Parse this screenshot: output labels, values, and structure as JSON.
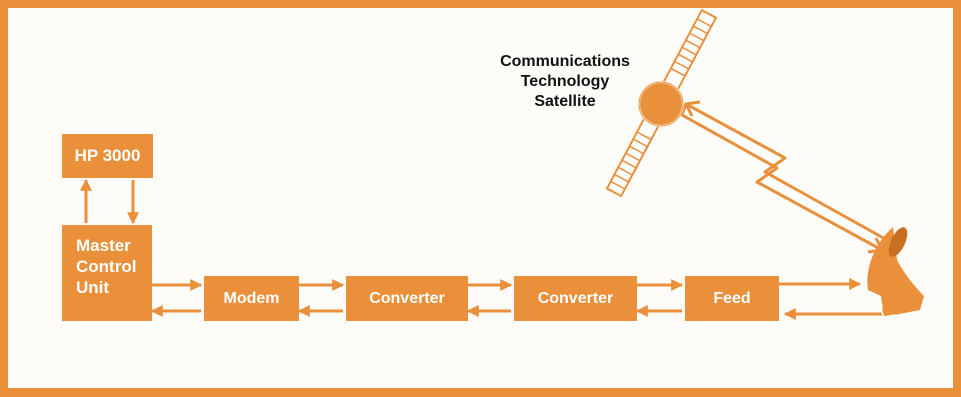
{
  "diagram": {
    "colors": {
      "accent": "#ea8f3a",
      "text_on_accent": "#ffffff",
      "label": "#111111",
      "background": "#fdfcf8"
    },
    "blocks": {
      "hp3000": "HP 3000",
      "master_control_unit": [
        "Master",
        "Control",
        "Unit"
      ],
      "modem": "Modem",
      "converter_1": "Converter",
      "converter_2": "Converter",
      "feed": "Feed"
    },
    "satellite_label": [
      "Communications",
      "Technology",
      "Satellite"
    ],
    "icons": [
      "satellite-icon",
      "dish-antenna-icon",
      "lightning-link-icon"
    ]
  }
}
